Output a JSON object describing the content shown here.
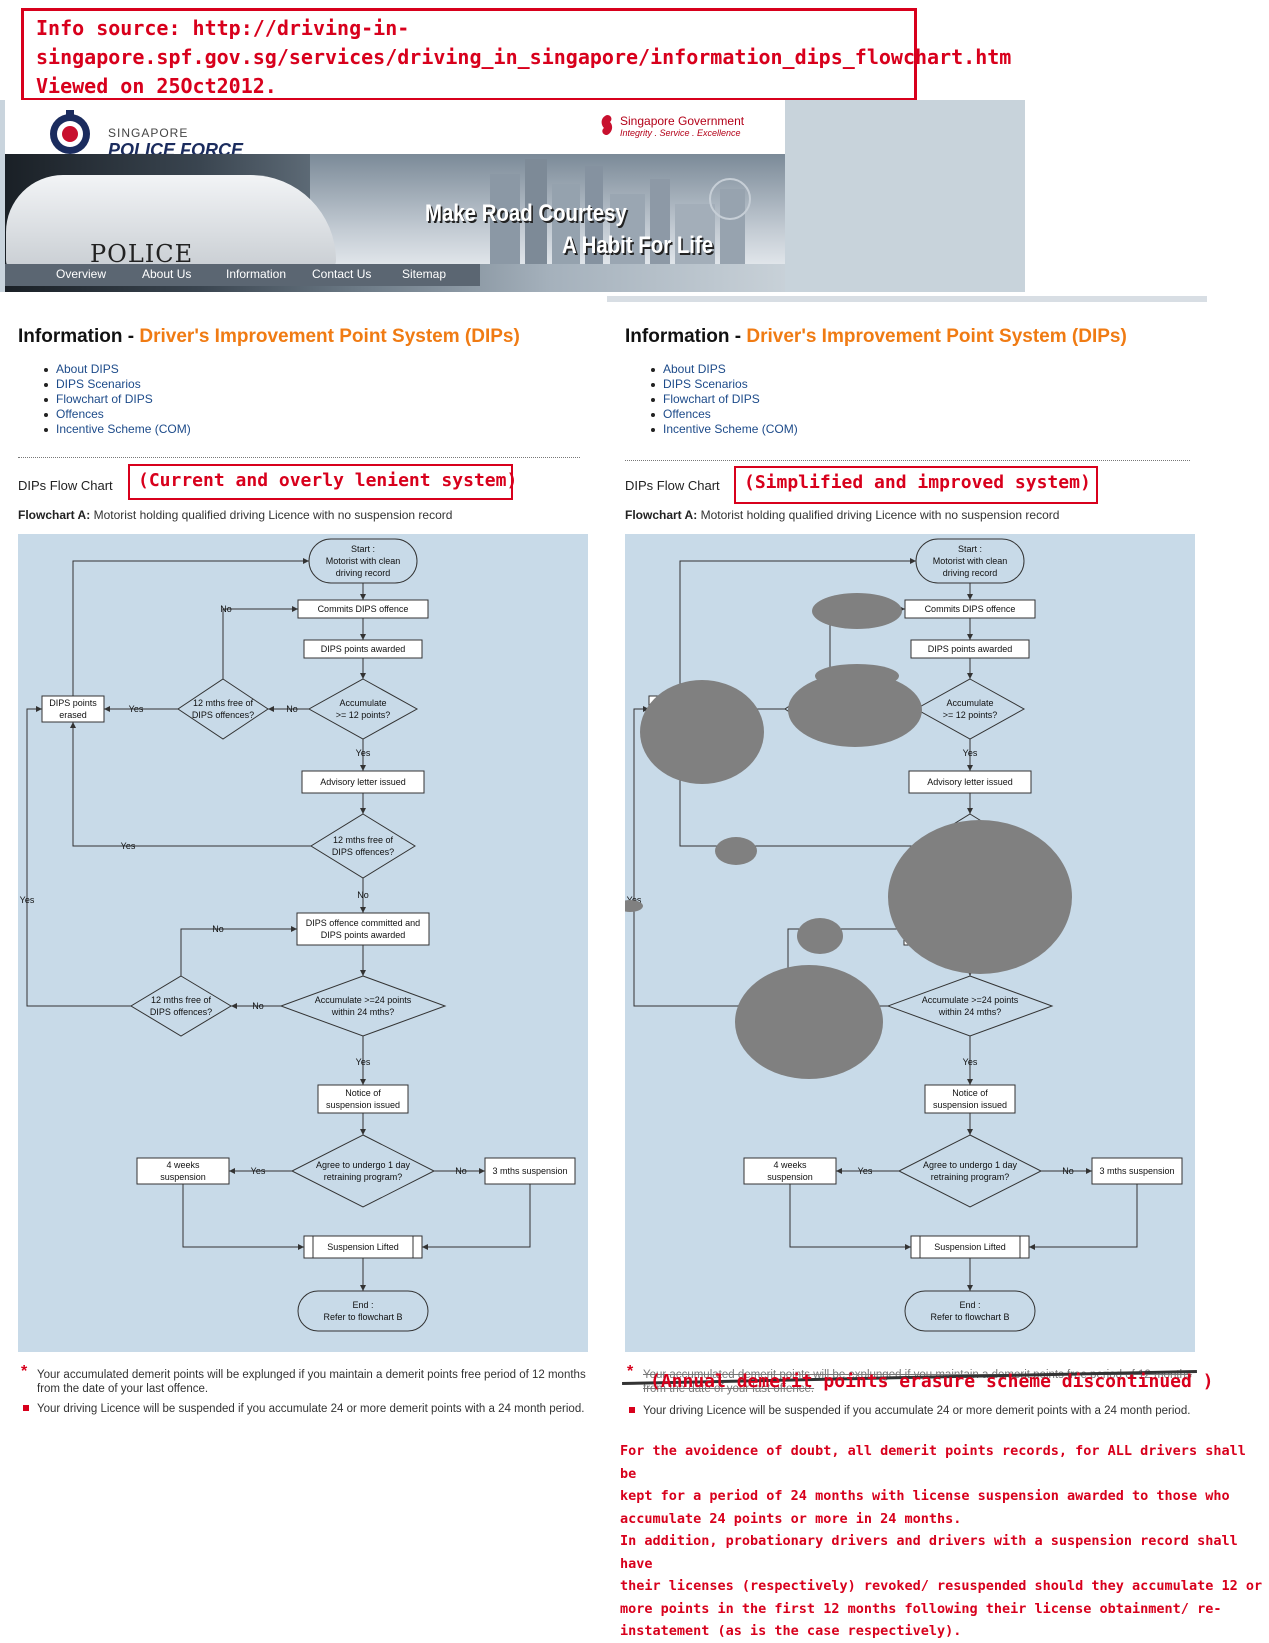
{
  "annotation": {
    "line1": "Info source: http://driving-in-",
    "line2": "singapore.spf.gov.sg/services/driving_in_singapore/information_dips_flowchart.htm",
    "line3": "Viewed on 25Oct2012."
  },
  "header": {
    "logo_line1": "SINGAPORE",
    "logo_line2": "POLICE FORCE",
    "gov_line1": "Singapore Government",
    "gov_line2": "Integrity . Service . Excellence",
    "slogan1": "Make Road Courtesy",
    "slogan2": "A Habit For Life",
    "car_text": "POLICE",
    "nav": [
      "Overview",
      "About Us",
      "Information",
      "Contact Us",
      "Sitemap"
    ]
  },
  "page": {
    "title_prefix": "Information - ",
    "title_sub": "Driver's Improvement Point System (DIPs)",
    "links": [
      "About DIPS",
      "DIPS Scenarios",
      "Flowchart of DIPS",
      "Offences",
      "Incentive Scheme (COM)"
    ],
    "flow_chart_label": "DIPs Flow Chart",
    "flowchart_a_label": "Flowchart A:",
    "flowchart_a_text": " Motorist holding qualified driving Licence with no suspension record",
    "left_tag": "(Current and overly lenient system)",
    "right_tag": "(Simplified and improved system)"
  },
  "flow": {
    "start": [
      "Start :",
      "Motorist with clean",
      "driving record"
    ],
    "commits": "Commits DIPS offence",
    "awarded": "DIPS points awarded",
    "accum12": [
      "Accumulate",
      ">= 12 points?"
    ],
    "free12a": [
      "12 mths free of",
      "DIPS offences?"
    ],
    "erased": [
      "DIPS points",
      "erased"
    ],
    "advisory": "Advisory letter issued",
    "free12b": [
      "12 mths free of",
      "DIPS offences?"
    ],
    "committed": [
      "DIPS offence committed and",
      "DIPS points awarded"
    ],
    "accum24": [
      "Accumulate >=24 points",
      "within 24 mths?"
    ],
    "free12c": [
      "12 mths free of",
      "DIPS offences?"
    ],
    "notice": [
      "Notice of",
      "suspension issued"
    ],
    "agree": [
      "Agree to undergo 1 day",
      "retraining program?"
    ],
    "four_weeks": [
      "4 weeks",
      "suspension"
    ],
    "three_mths": "3 mths suspension",
    "lifted": "Suspension Lifted",
    "end": [
      "End :",
      "Refer to flowchart B"
    ],
    "yes": "Yes",
    "no": "No"
  },
  "notes": {
    "note1": "Your accumulated demerit points will be explunged if you maintain a demerit points free period of 12 months from the date of your last offence.",
    "note2": "Your driving Licence will be suspended if you accumulate 24 or more demerit points with a 24 month period.",
    "discontinued": "(Annual demerit points erasure scheme discontinued )",
    "struck": "Your accumulated demerit points will be explunged if you maintain a demerit points free period of 12 months from the date of your last offence.",
    "proposal": [
      "For the avoidence of doubt, all demerit points records, for ALL drivers shall be",
      "kept for a period of 24 months with license suspension awarded to those who",
      "accumulate 24 points or more in 24 months.",
      "In addition, probationary drivers and drivers with a suspension record shall have",
      "their licenses (respectively) revoked/ resuspended should they accumulate 12 or",
      "more points in the first 12 months following their license obtainment/ re-",
      "instatement (as is the case respectively)."
    ]
  },
  "colors": {
    "accent_red": "#d8001c",
    "title_orange": "#f07b13",
    "panel": "#c8dae8",
    "redaction": "#808080"
  }
}
